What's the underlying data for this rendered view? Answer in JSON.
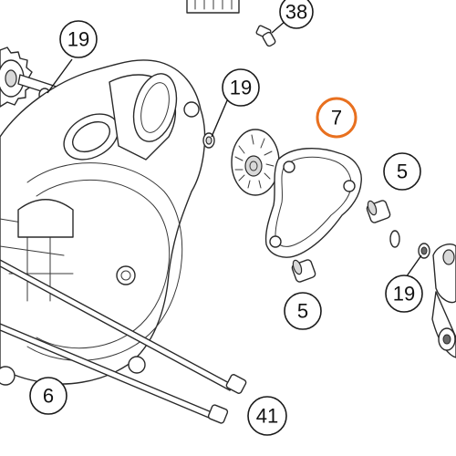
{
  "callouts": [
    {
      "id": "callout-38-top",
      "label": "38",
      "highlighted": false
    },
    {
      "id": "callout-19-left",
      "label": "19",
      "highlighted": false
    },
    {
      "id": "callout-19-center",
      "label": "19",
      "highlighted": false
    },
    {
      "id": "callout-7-gasket",
      "label": "7",
      "highlighted": true
    },
    {
      "id": "callout-5-upper",
      "label": "5",
      "highlighted": false
    },
    {
      "id": "callout-5-lower",
      "label": "5",
      "highlighted": false
    },
    {
      "id": "callout-19-right",
      "label": "19",
      "highlighted": false
    },
    {
      "id": "callout-6-cover",
      "label": "6",
      "highlighted": false
    },
    {
      "id": "callout-41-bolts",
      "label": "41",
      "highlighted": false
    }
  ],
  "colors": {
    "highlight": "#e8701f",
    "line": "#1a1a1a"
  }
}
